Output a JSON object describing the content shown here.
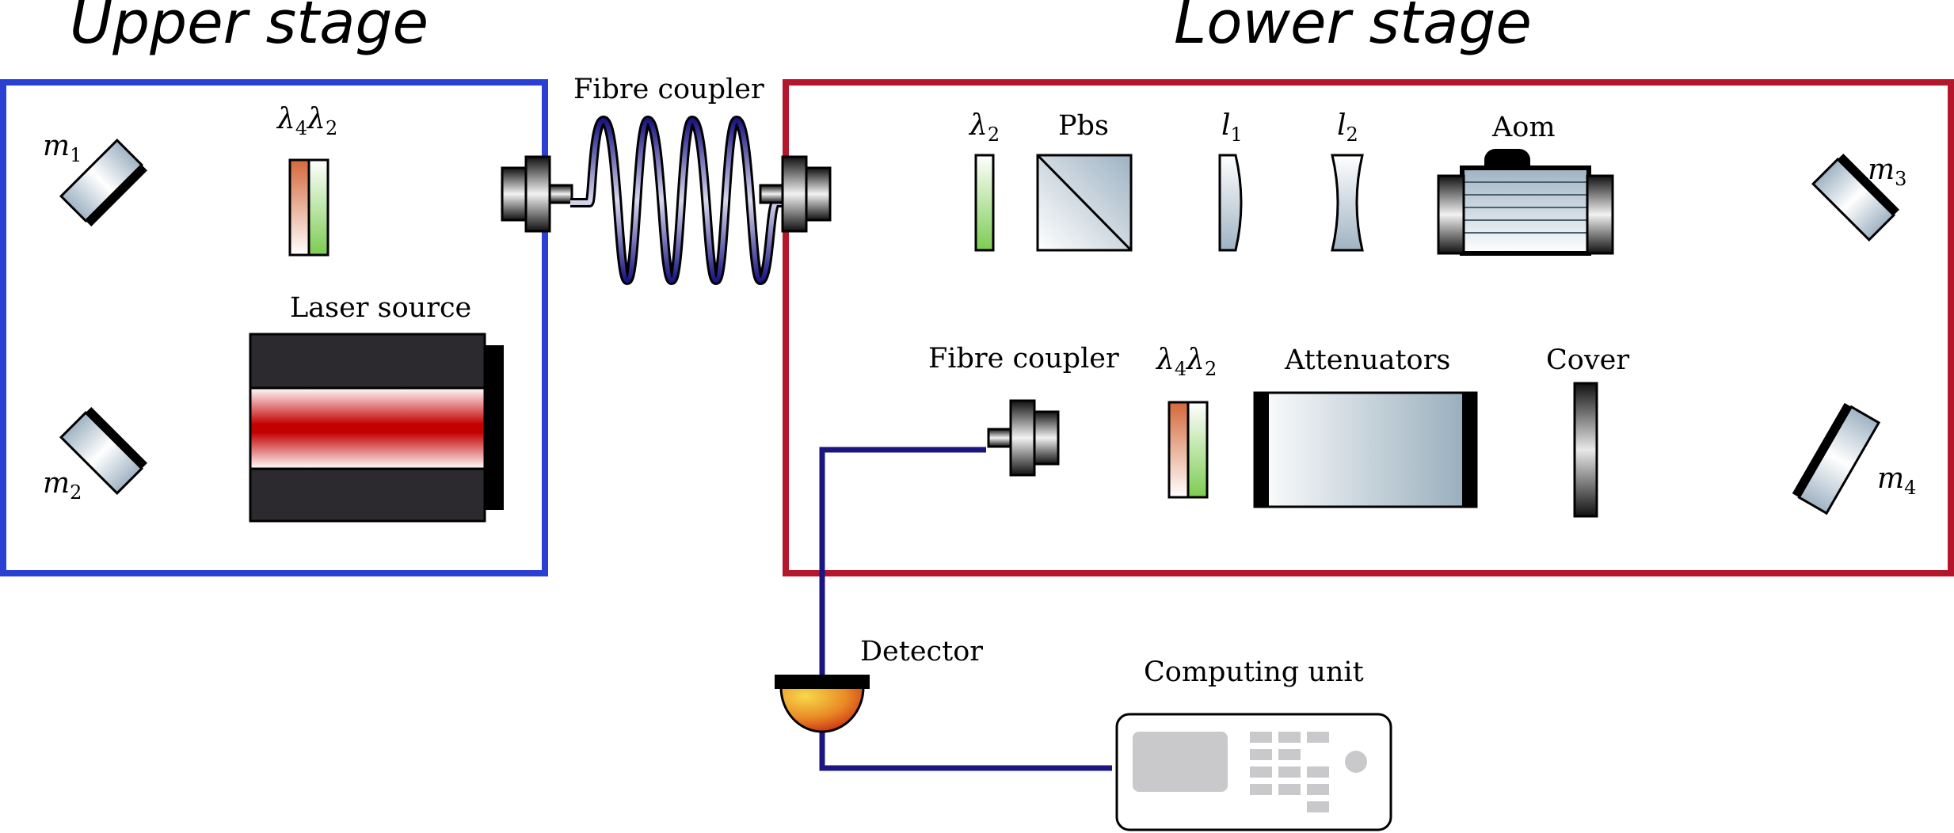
{
  "colors": {
    "upper_stage_border": "#2a3fd4",
    "lower_stage_border": "#b5162c",
    "fibre": "#1a1580",
    "laser_beam": "#c40000",
    "laser_body": "#2c2a2f",
    "wave_plate_quarter": "#d4683a",
    "wave_plate_half": "#7ccc52",
    "detector": "#e8a020"
  },
  "titles": {
    "upper_stage": "Upper stage",
    "lower_stage": "Lower stage"
  },
  "labels": {
    "fibre_coupler_top": "Fibre coupler",
    "fibre_coupler_bottom": "Fibre coupler",
    "laser_source": "Laser source",
    "pbs": "Pbs",
    "aom": "Aom",
    "attenuators": "Attenuators",
    "cover": "Cover",
    "detector": "Detector",
    "computing_unit": "Computing unit"
  },
  "symbols": {
    "lambda": "λ",
    "quarter_sub": "4",
    "half_sub": "2",
    "mirror": "m",
    "lens": "l",
    "m1": "1",
    "m2": "2",
    "m3": "3",
    "m4": "4",
    "l1": "1",
    "l2": "2"
  },
  "icons": {
    "mirror": "mirror-icon",
    "wave_plate": "wave-plate-icon",
    "fibre_coupler": "fibre-coupler-icon",
    "lens": "lens-icon",
    "beam_splitter": "beam-splitter-icon",
    "modulator": "aom-icon",
    "attenuator": "attenuator-icon",
    "cover": "cover-icon",
    "detector": "detector-icon",
    "computer": "computing-unit-icon"
  }
}
